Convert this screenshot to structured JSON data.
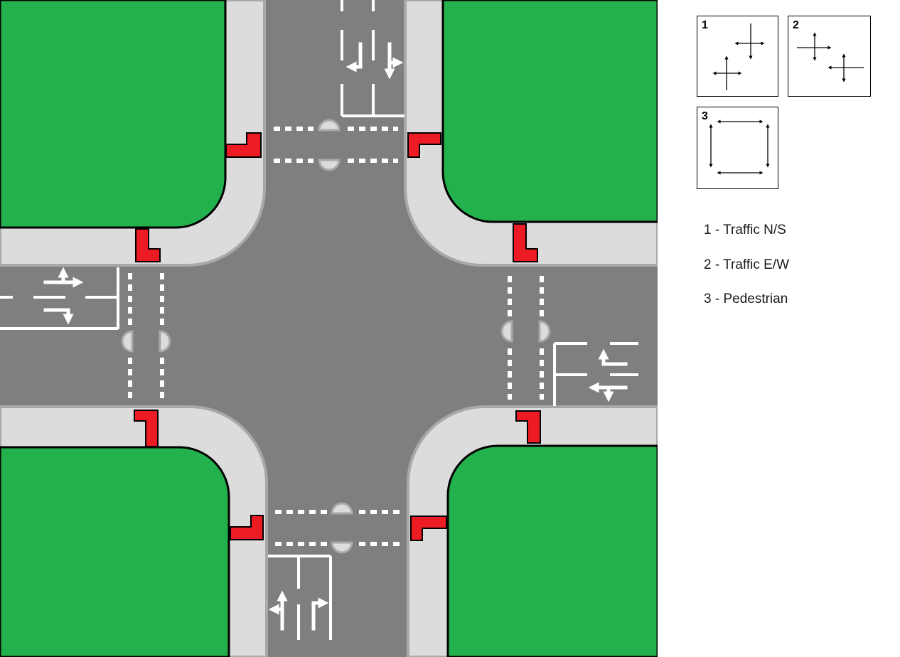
{
  "phases": [
    {
      "number": "1",
      "icon": "north-south-arrows-icon"
    },
    {
      "number": "2",
      "icon": "east-west-arrows-icon"
    },
    {
      "number": "3",
      "icon": "pedestrian-loop-arrows-icon"
    }
  ],
  "legend": [
    {
      "label": "1 - Traffic N/S"
    },
    {
      "label": "2 - Traffic E/W"
    },
    {
      "label": "3 - Pedestrian"
    }
  ],
  "colors": {
    "grass": "#22B14C",
    "road": "#7F7F7F",
    "sidewalk": "#DCDCDC",
    "curb": "#A8A8A8",
    "tactile_paving": "#ED1C24",
    "lane_marking": "#FFFFFF",
    "background": "#FFFFFF"
  }
}
